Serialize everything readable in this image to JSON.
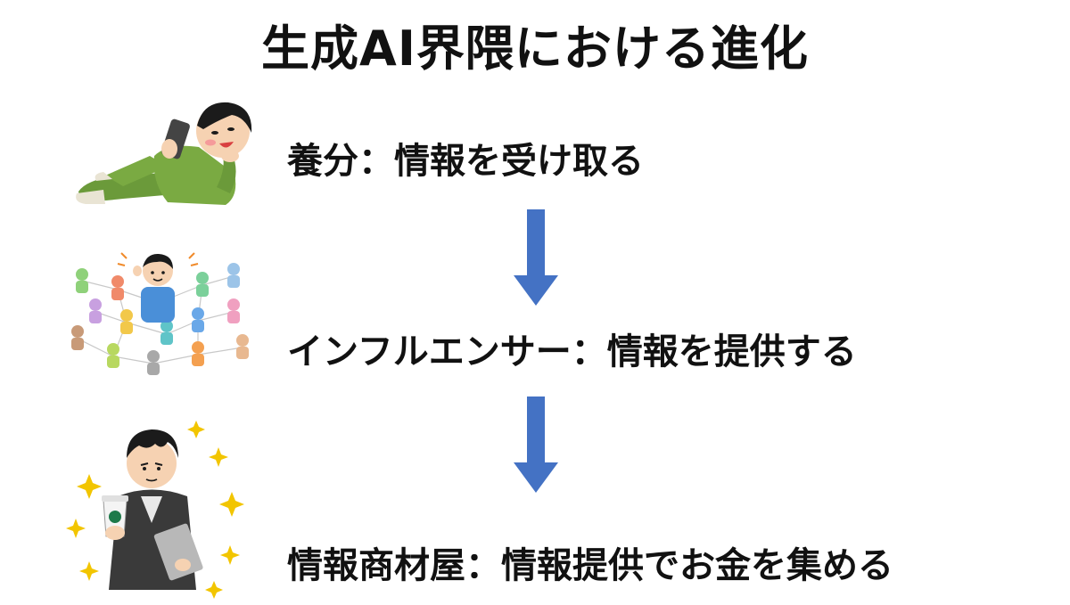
{
  "title": "生成AI界隈における進化",
  "steps": [
    {
      "label": "養分：情報を受け取る",
      "icon": "person-lying-phone-icon"
    },
    {
      "label": "インフルエンサー：情報を提供する",
      "icon": "influencer-network-icon"
    },
    {
      "label": "情報商材屋：情報提供でお金を集める",
      "icon": "info-merchant-icon"
    }
  ],
  "colors": {
    "arrow": "#4472C4",
    "text": "#111111"
  }
}
